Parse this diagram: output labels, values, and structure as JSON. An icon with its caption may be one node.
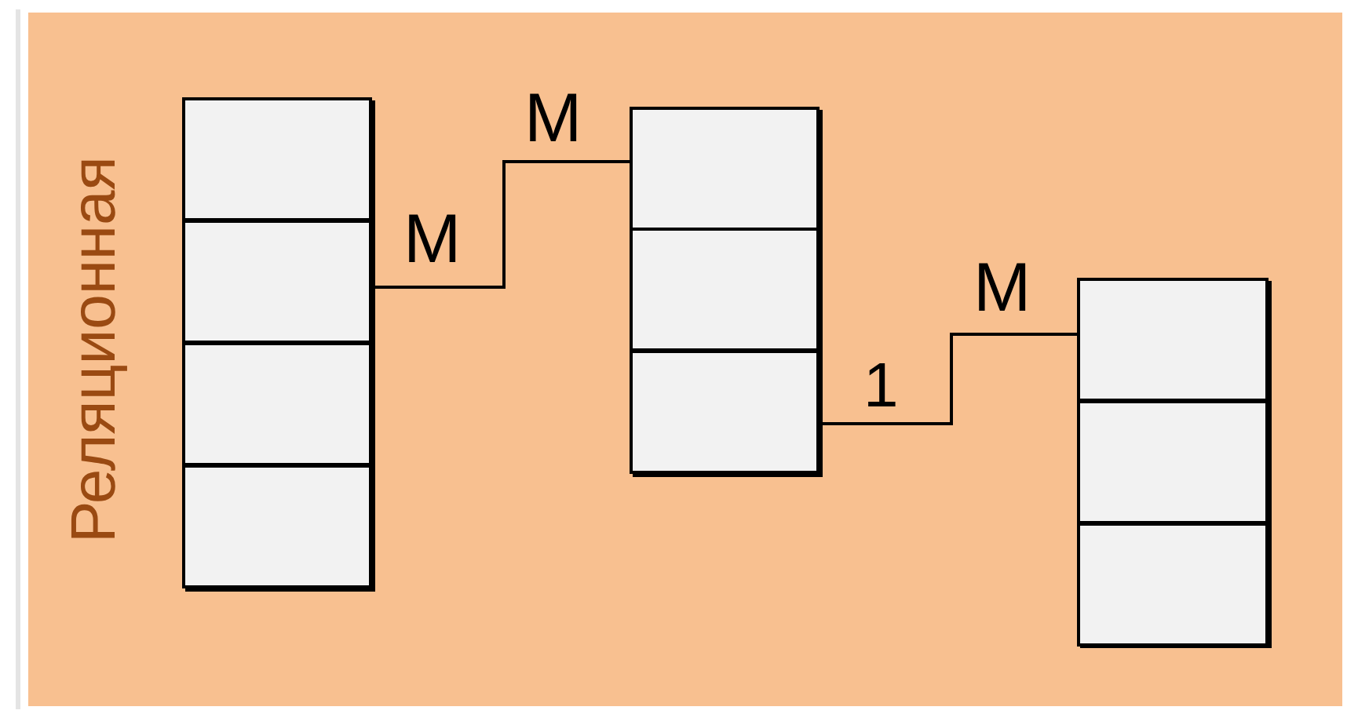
{
  "diagram": {
    "nodes": [
      {
        "text": [],
        "shape": "box"
      },
      {
        "text": [],
        "shape": "box",
        "in": 0
      },
      {
        "text": [],
        "shape": "box",
        "in": 0
      },
      {
        "text": [],
        "shape": "box",
        "in": 0
      },
      {
        "text": [],
        "shape": "box",
        "in": 0
      },
      {
        "text": [],
        "shape": "box"
      },
      {
        "text": [],
        "shape": "box",
        "in": 5
      },
      {
        "text": [],
        "shape": "box",
        "in": 5
      },
      {
        "text": [],
        "shape": "box",
        "in": 5
      },
      {
        "text": [],
        "shape": "box"
      },
      {
        "text": [],
        "shape": "box",
        "in": 9
      },
      {
        "text": [],
        "shape": "box",
        "in": 9
      },
      {
        "text": [],
        "shape": "box",
        "in": 9
      }
    ],
    "edges": [
      {
        "from": 2,
        "to": 6,
        "arrow": "none"
      },
      {
        "from": 8,
        "to": 10,
        "arrow": "none"
      }
    ],
    "labels": [
      "Реляционная",
      "M",
      "M",
      "1",
      "M"
    ]
  }
}
